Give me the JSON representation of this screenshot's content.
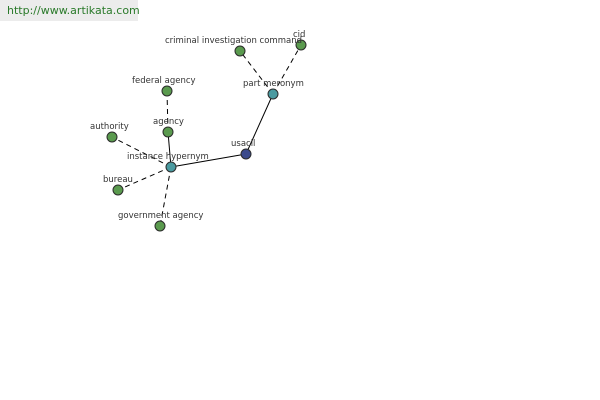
{
  "source": {
    "url_text": "http://www.artikata.com"
  },
  "colors": {
    "center_node": "#3b4a8c",
    "relation_node": "#4a9aa0",
    "leaf_node": "#5a9a4e",
    "edge": "#000000"
  },
  "graph": {
    "nodes": [
      {
        "id": "usacil",
        "label": "usacil",
        "kind": "center"
      },
      {
        "id": "part_meronym",
        "label": "part meronym",
        "kind": "relation"
      },
      {
        "id": "instance_hypernym",
        "label": "instance hypernym",
        "kind": "relation"
      },
      {
        "id": "cic",
        "label": "cid",
        "kind": "leaf"
      },
      {
        "id": "criminal_investigation_command",
        "label": "criminal investigation command",
        "kind": "leaf"
      },
      {
        "id": "federal_agency",
        "label": "federal agency",
        "kind": "leaf"
      },
      {
        "id": "agency",
        "label": "agency",
        "kind": "leaf"
      },
      {
        "id": "authority",
        "label": "authority",
        "kind": "leaf"
      },
      {
        "id": "bureau",
        "label": "bureau",
        "kind": "leaf"
      },
      {
        "id": "government_agency",
        "label": "government agency",
        "kind": "leaf"
      }
    ],
    "edges": [
      {
        "from": "usacil",
        "to": "part_meronym",
        "style": "solid"
      },
      {
        "from": "usacil",
        "to": "instance_hypernym",
        "style": "solid"
      },
      {
        "from": "part_meronym",
        "to": "cic",
        "style": "dashed"
      },
      {
        "from": "part_meronym",
        "to": "criminal_investigation_command",
        "style": "dashed"
      },
      {
        "from": "instance_hypernym",
        "to": "agency",
        "style": "solid"
      },
      {
        "from": "agency",
        "to": "federal_agency",
        "style": "dashed"
      },
      {
        "from": "instance_hypernym",
        "to": "authority",
        "style": "dashed"
      },
      {
        "from": "instance_hypernym",
        "to": "bureau",
        "style": "dashed"
      },
      {
        "from": "instance_hypernym",
        "to": "government_agency",
        "style": "dashed"
      }
    ]
  }
}
